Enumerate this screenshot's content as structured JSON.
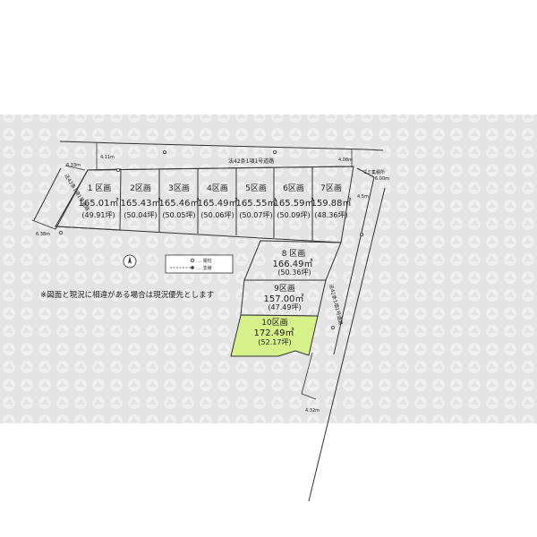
{
  "colors": {
    "watermark_band": "#e6e6e6",
    "highlight_fill": "#d6f08a",
    "line": "#333333"
  },
  "road_top_label": "法42条1項1号道路",
  "road_left_label": "法42条1項1号道路",
  "road_right_label": "法42条1項1号道路",
  "dims": {
    "d1": "4.11m",
    "d2": "4.08m",
    "d3": "6.33m",
    "d4": "6.38m",
    "d5": "4.5m",
    "d6": "4.32m"
  },
  "garbage_label": "ゴミ集積所",
  "garbage_dim": "6.00m",
  "legend": {
    "pole": "… 電柱",
    "stay": "… 支線"
  },
  "note": "※図面と現況に相違がある場合は現況優先とします",
  "lots": [
    {
      "name": "1 区画",
      "area": "165.01㎡",
      "tsubo": "(49.91坪)"
    },
    {
      "name": "2区画",
      "area": "165.43㎡",
      "tsubo": "(50.04坪)"
    },
    {
      "name": "3区画",
      "area": "165.46㎡",
      "tsubo": "(50.05坪)"
    },
    {
      "name": "4区画",
      "area": "165.49㎡",
      "tsubo": "(50.06坪)"
    },
    {
      "name": "5区画",
      "area": "165.55㎡",
      "tsubo": "(50.07坪)"
    },
    {
      "name": "6区画",
      "area": "165.59㎡",
      "tsubo": "(50.09坪)"
    },
    {
      "name": "7区画",
      "area": "159.88㎡",
      "tsubo": "(48.36坪)"
    },
    {
      "name": "8 区画",
      "area": "166.49㎡",
      "tsubo": "(50.36坪)"
    },
    {
      "name": "9区画",
      "area": "157.00㎡",
      "tsubo": "(47.49坪)"
    },
    {
      "name": "10区画",
      "area": "172.49㎡",
      "tsubo": "(52.17坪)"
    }
  ]
}
